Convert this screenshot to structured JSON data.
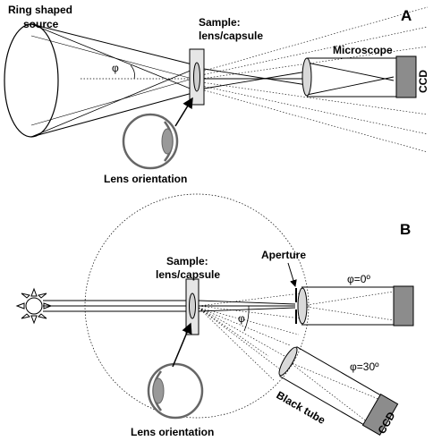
{
  "panel_a": {
    "letter": "A",
    "ring_source": [
      "Ring shaped",
      "source"
    ],
    "sample": [
      "Sample:",
      "lens/capsule"
    ],
    "microscope": "Microscope",
    "ccd": "CCD",
    "angle": "φ",
    "lens_orientation": "Lens orientation"
  },
  "panel_b": {
    "letter": "B",
    "sample": [
      "Sample:",
      "lens/capsule"
    ],
    "aperture": "Aperture",
    "angle": "φ",
    "angle_0": "φ=0º",
    "angle_30": "φ=30º",
    "black_tube": "Black tube",
    "ccd": "CCD",
    "lens_orientation": "Lens orientation"
  },
  "colors": {
    "sample_fill": "#e6e6e6",
    "ccd_fill": "#8c8c8c",
    "pupil_fill": "#999999",
    "line": "#000000",
    "eye_stroke": "#666666"
  }
}
